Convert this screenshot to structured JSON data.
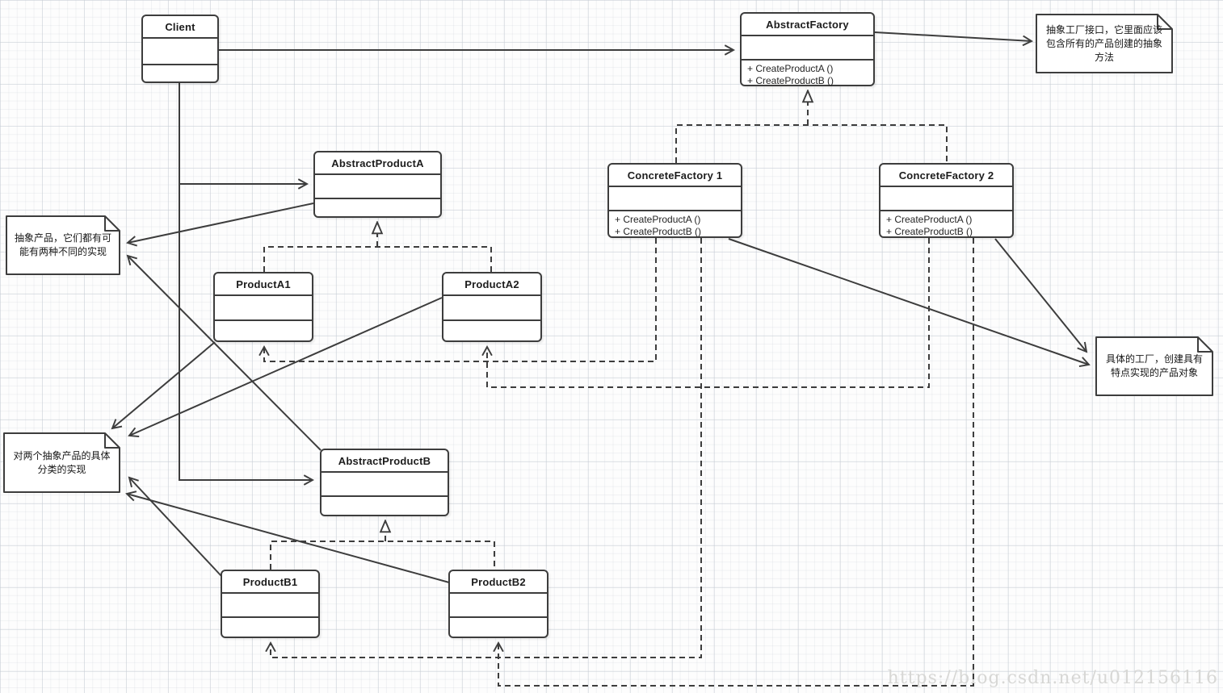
{
  "classes": [
    {
      "id": "client",
      "name": "Client",
      "methods": []
    },
    {
      "id": "abstract-factory",
      "name": "AbstractFactory",
      "methods": [
        "+ CreateProductA ()",
        "+ CreateProductB ()"
      ]
    },
    {
      "id": "abstract-product-a",
      "name": "AbstractProductA",
      "methods": []
    },
    {
      "id": "concrete-factory-1",
      "name": "ConcreteFactory 1",
      "methods": [
        "+ CreateProductA ()",
        "+ CreateProductB ()"
      ]
    },
    {
      "id": "concrete-factory-2",
      "name": "ConcreteFactory 2",
      "methods": [
        "+ CreateProductA ()",
        "+ CreateProductB ()"
      ]
    },
    {
      "id": "product-a1",
      "name": "ProductA1",
      "methods": []
    },
    {
      "id": "product-a2",
      "name": "ProductA2",
      "methods": []
    },
    {
      "id": "abstract-product-b",
      "name": "AbstractProductB",
      "methods": []
    },
    {
      "id": "product-b1",
      "name": "ProductB1",
      "methods": []
    },
    {
      "id": "product-b2",
      "name": "ProductB2",
      "methods": []
    }
  ],
  "notes": [
    {
      "id": "note-abstract-factory",
      "text": "抽象工厂接口，它里面应该包含所有的产品创建的抽象方法"
    },
    {
      "id": "note-abstract-products",
      "text": "抽象产品，它们都有可能有两种不同的实现"
    },
    {
      "id": "note-product-implementations",
      "text": "对两个抽象产品的具体分类的实现"
    },
    {
      "id": "note-concrete-factories",
      "text": "具体的工厂，创建具有特点实现的产品对象"
    }
  ],
  "watermark": "https://blog.csdn.net/u012156116",
  "colors": {
    "line": "#3d3d3d",
    "box_border": "#3d3d3d",
    "box_fill": "#ffffff",
    "grid": "#c6ccd4",
    "watermark": "#d7d7d5"
  }
}
